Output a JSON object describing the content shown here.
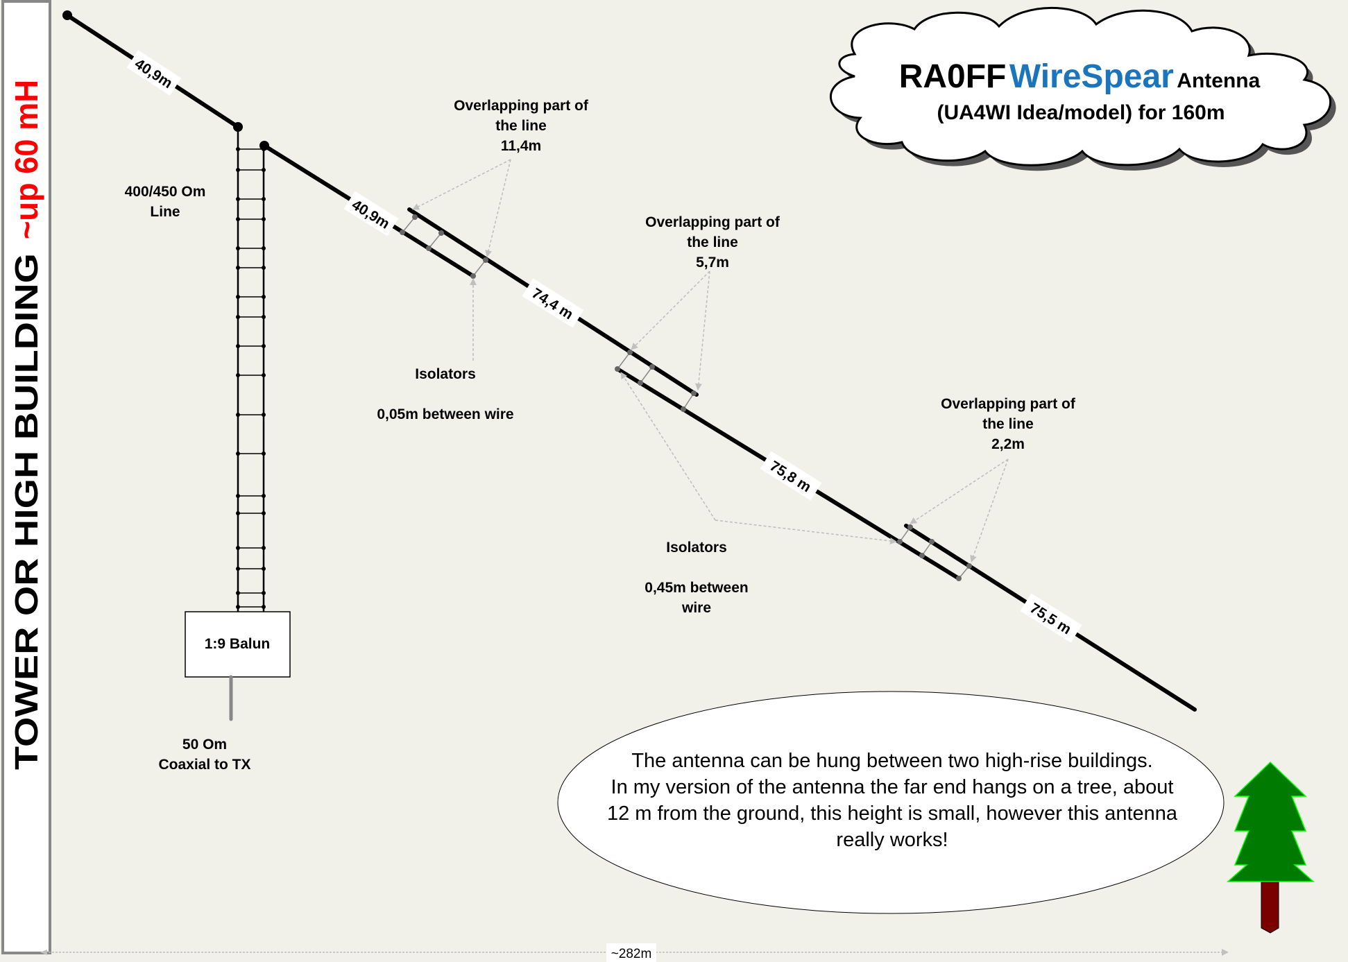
{
  "title": {
    "part1": "RA0FF",
    "part2": "WireSpear",
    "part3": "Antenna",
    "subtitle": "(UA4WI Idea/model) for 160m",
    "accent_color": "#1b75bc"
  },
  "tower": {
    "label_main": "TOWER   OR  HIGH   BUILDING",
    "label_height": "~up 60 mH",
    "height_color": "#ff0000"
  },
  "feedline": {
    "line_label_1": "400/450 Om",
    "line_label_2": "Line",
    "balun_label": "1:9 Balun",
    "coax_label_1": "50 Om",
    "coax_label_2": "Coaxial to TX"
  },
  "segments": [
    {
      "label": "40,9m"
    },
    {
      "label": "40,9m"
    },
    {
      "label": "74,4 m"
    },
    {
      "label": "75,8 m"
    },
    {
      "label": "75,5 m"
    }
  ],
  "overlaps": [
    {
      "line1": "Overlapping part of",
      "line2": "the line",
      "value": "11,4m"
    },
    {
      "line1": "Overlapping part of",
      "line2": "the line",
      "value": "5,7m"
    },
    {
      "line1": "Overlapping part of",
      "line2": "the line",
      "value": "2,2m"
    }
  ],
  "isolators": [
    {
      "title": "Isolators",
      "spacing": "0,05m between wire"
    },
    {
      "title": "Isolators",
      "spacing_1": "0,45m between",
      "spacing_2": "wire"
    }
  ],
  "note": {
    "line1": "The antenna can be hung between two high-rise buildings.",
    "line2": "In my version of the antenna the far end hangs on a tree, about",
    "line3": "12 m from the ground, this height is small, however this antenna",
    "line4": "really works!"
  },
  "dimension": {
    "label": "~282m"
  },
  "colors": {
    "background": "#f1f1ea",
    "tree_green": "#007a00",
    "tree_outline": "#00ff00",
    "trunk": "#7a0000"
  }
}
